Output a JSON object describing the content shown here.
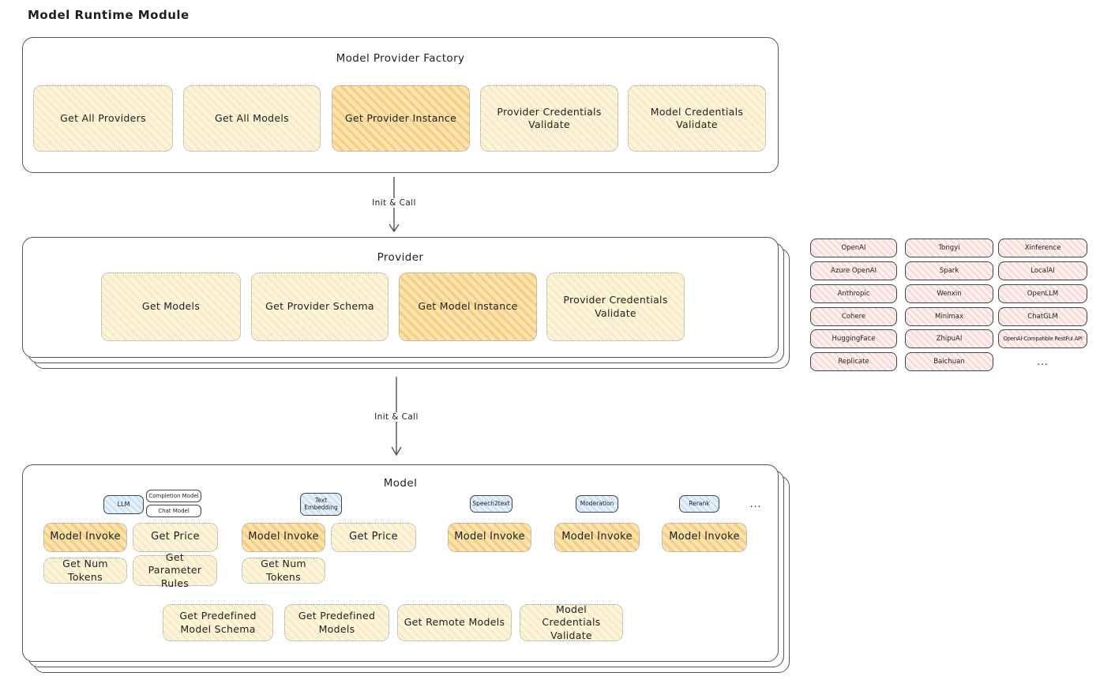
{
  "page_title": "Model Runtime Module",
  "colors": {
    "yellow_fill": "#fbf4da",
    "orange_highlight_fill": "#fae3ac",
    "blue_tab_fill": "#e4f1fb",
    "pink_chip_fill": "#fdf0ee",
    "box_border": "#50555b",
    "text": "#1f1f1f"
  },
  "factory": {
    "title": "Model Provider Factory",
    "buttons": [
      {
        "label": "Get All Providers",
        "highlight": false
      },
      {
        "label": "Get All Models",
        "highlight": false
      },
      {
        "label": "Get Provider Instance",
        "highlight": true
      },
      {
        "label": "Provider Credentials Validate",
        "highlight": false
      },
      {
        "label": "Model Credentials Validate",
        "highlight": false
      }
    ]
  },
  "arrow1": {
    "label": "Init & Call"
  },
  "arrow2": {
    "label": "Init & Call"
  },
  "provider": {
    "title": "Provider",
    "buttons": [
      {
        "label": "Get Models",
        "highlight": false
      },
      {
        "label": "Get Provider Schema",
        "highlight": false
      },
      {
        "label": "Get Model Instance",
        "highlight": true
      },
      {
        "label": "Provider Credentials Validate",
        "highlight": false
      }
    ]
  },
  "providers": {
    "items": [
      "OpenAI",
      "Tongyi",
      "Xinference",
      "Azure OpenAI",
      "Spark",
      "LocalAI",
      "Anthropic",
      "Wenxin",
      "OpenLLM",
      "Cohere",
      "Minimax",
      "ChatGLM",
      "HuggingFace",
      "ZhipuAI",
      "OpenAI-Compatible RestFul API",
      "Replicate",
      "Baichuan",
      "..."
    ]
  },
  "model": {
    "title": "Model",
    "tabs": [
      "LLM",
      "Completion Model",
      "Chat Model",
      "Text Embedding",
      "Speech2text",
      "Moderation",
      "Rerank",
      "..."
    ],
    "row1": [
      "Model Invoke",
      "Get Price",
      "Model Invoke",
      "Get Price",
      "Model Invoke",
      "Model Invoke",
      "Model Invoke"
    ],
    "row2": [
      "Get Num Tokens",
      "Get Parameter Rules",
      "Get Num Tokens"
    ],
    "row3": [
      "Get Predefined Model Schema",
      "Get Predefined Models",
      "Get Remote Models",
      "Model Credentials Validate"
    ]
  }
}
